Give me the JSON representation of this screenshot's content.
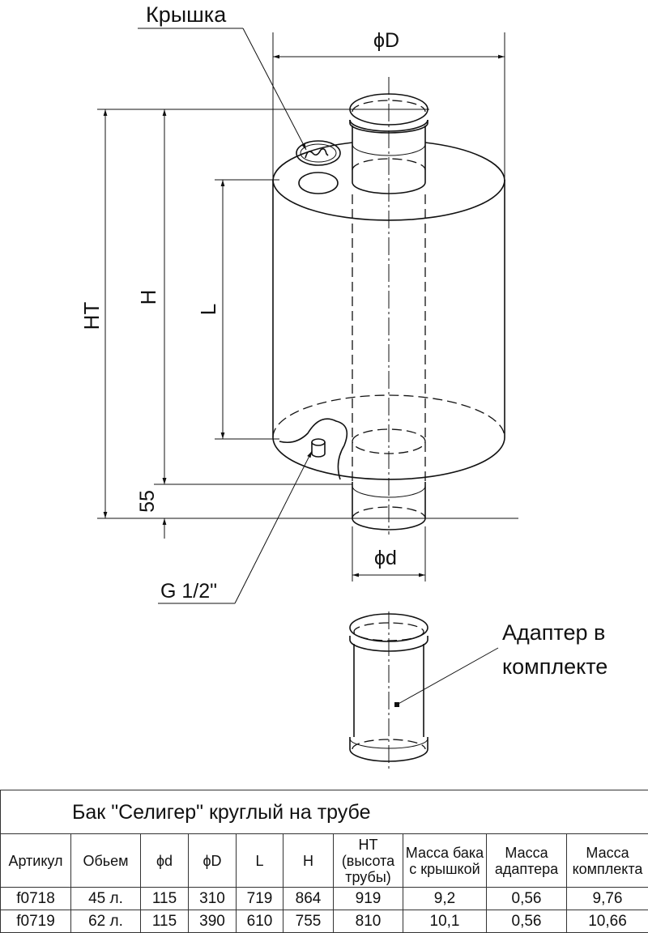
{
  "drawing": {
    "label_lid": "Крышка",
    "label_D": "ϕD",
    "label_HT": "HT",
    "label_H": "H",
    "label_L": "L",
    "label_55": "55",
    "label_d": "ϕd",
    "label_thread": "G 1/2\"",
    "label_adapter_line1": "Адаптер в",
    "label_adapter_line2": "комплекте"
  },
  "table": {
    "title": "Бак \"Селигер\" круглый на трубе",
    "headers": [
      "Артикул",
      "Обьем",
      "ϕd",
      "ϕD",
      "L",
      "H",
      "HT (высота трубы)",
      "Масса бака с крышкой",
      "Масса адаптера",
      "Масса комплекта"
    ],
    "rows": [
      [
        "f0718",
        "45 л.",
        "115",
        "310",
        "719",
        "864",
        "919",
        "9,2",
        "0,56",
        "9,76"
      ],
      [
        "f0719",
        "62 л.",
        "115",
        "390",
        "610",
        "755",
        "810",
        "10,1",
        "0,56",
        "10,66"
      ]
    ]
  }
}
